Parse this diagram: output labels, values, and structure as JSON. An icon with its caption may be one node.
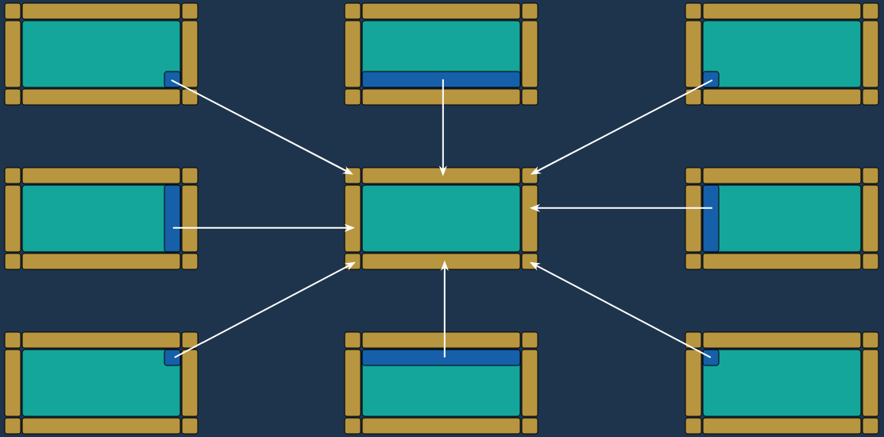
{
  "diagram": {
    "nodes": [
      {
        "text": [],
        "shape": "box"
      },
      {
        "text": [],
        "shape": "box"
      },
      {
        "text": [],
        "shape": "box"
      },
      {
        "text": [],
        "shape": "box"
      },
      {
        "text": [],
        "shape": "box"
      },
      {
        "text": [],
        "shape": "box"
      },
      {
        "text": [],
        "shape": "box"
      },
      {
        "text": [],
        "shape": "box"
      },
      {
        "text": [],
        "shape": "box"
      }
    ],
    "edges": [
      {
        "from": 0,
        "to": 4,
        "arrow": "to"
      },
      {
        "from": 1,
        "to": 4,
        "arrow": "to"
      },
      {
        "from": 2,
        "to": 4,
        "arrow": "to"
      },
      {
        "from": 3,
        "to": 4,
        "arrow": "to"
      },
      {
        "from": 5,
        "to": 4,
        "arrow": "to"
      },
      {
        "from": 6,
        "to": 4,
        "arrow": "to"
      },
      {
        "from": 7,
        "to": 4,
        "arrow": "to"
      },
      {
        "from": 8,
        "to": 4,
        "arrow": "to"
      }
    ]
  }
}
